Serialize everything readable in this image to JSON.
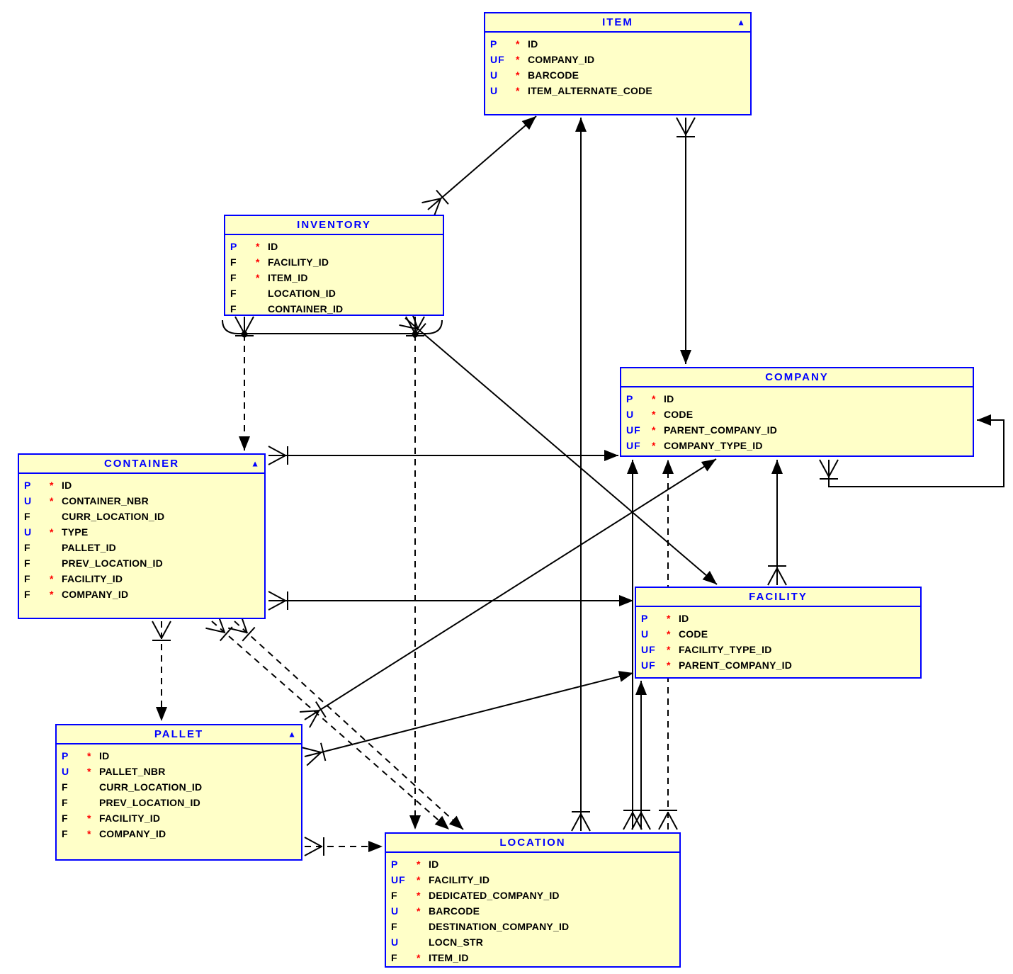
{
  "colors": {
    "background": "#FFFFFF",
    "entity_fill": "#FFFFC8",
    "entity_border": "#0000FF",
    "title_text": "#0000FF",
    "key_primary_unique": "#0000FF",
    "key_foreign": "#000000",
    "star": "#FF0000",
    "line": "#000000"
  },
  "icons": {
    "collapse_triangle": "▲"
  },
  "entities": [
    {
      "name": "ITEM",
      "title": "ITEM",
      "has_triangle": true,
      "attributes": [
        {
          "key": "P",
          "star": "*",
          "name": "ID"
        },
        {
          "key": "UF",
          "star": "*",
          "name": "COMPANY_ID"
        },
        {
          "key": "U",
          "star": "*",
          "name": "BARCODE"
        },
        {
          "key": "U",
          "star": "*",
          "name": "ITEM_ALTERNATE_CODE"
        }
      ]
    },
    {
      "name": "INVENTORY",
      "title": "INVENTORY",
      "has_triangle": false,
      "attributes": [
        {
          "key": "P",
          "star": "*",
          "name": "ID"
        },
        {
          "key": "F",
          "star": "*",
          "name": "FACILITY_ID"
        },
        {
          "key": "F",
          "star": "*",
          "name": "ITEM_ID"
        },
        {
          "key": "F",
          "star": "",
          "name": "LOCATION_ID"
        },
        {
          "key": "F",
          "star": "",
          "name": "CONTAINER_ID"
        }
      ]
    },
    {
      "name": "COMPANY",
      "title": "COMPANY",
      "has_triangle": false,
      "attributes": [
        {
          "key": "P",
          "star": "*",
          "name": "ID"
        },
        {
          "key": "U",
          "star": "*",
          "name": "CODE"
        },
        {
          "key": "UF",
          "star": "*",
          "name": "PARENT_COMPANY_ID"
        },
        {
          "key": "UF",
          "star": "*",
          "name": "COMPANY_TYPE_ID"
        }
      ]
    },
    {
      "name": "CONTAINER",
      "title": "CONTAINER",
      "has_triangle": true,
      "attributes": [
        {
          "key": "P",
          "star": "*",
          "name": "ID"
        },
        {
          "key": "U",
          "star": "*",
          "name": "CONTAINER_NBR"
        },
        {
          "key": "F",
          "star": "",
          "name": "CURR_LOCATION_ID"
        },
        {
          "key": "U",
          "star": "*",
          "name": "TYPE"
        },
        {
          "key": "F",
          "star": "",
          "name": "PALLET_ID"
        },
        {
          "key": "F",
          "star": "",
          "name": "PREV_LOCATION_ID"
        },
        {
          "key": "F",
          "star": "*",
          "name": "FACILITY_ID"
        },
        {
          "key": "F",
          "star": "*",
          "name": "COMPANY_ID"
        }
      ]
    },
    {
      "name": "FACILITY",
      "title": "FACILITY",
      "has_triangle": false,
      "attributes": [
        {
          "key": "P",
          "star": "*",
          "name": "ID"
        },
        {
          "key": "U",
          "star": "*",
          "name": "CODE"
        },
        {
          "key": "UF",
          "star": "*",
          "name": "FACILITY_TYPE_ID"
        },
        {
          "key": "UF",
          "star": "*",
          "name": "PARENT_COMPANY_ID"
        }
      ]
    },
    {
      "name": "PALLET",
      "title": "PALLET",
      "has_triangle": true,
      "attributes": [
        {
          "key": "P",
          "star": "*",
          "name": "ID"
        },
        {
          "key": "U",
          "star": "*",
          "name": "PALLET_NBR"
        },
        {
          "key": "F",
          "star": "",
          "name": "CURR_LOCATION_ID"
        },
        {
          "key": "F",
          "star": "",
          "name": "PREV_LOCATION_ID"
        },
        {
          "key": "F",
          "star": "*",
          "name": "FACILITY_ID"
        },
        {
          "key": "F",
          "star": "*",
          "name": "COMPANY_ID"
        }
      ]
    },
    {
      "name": "LOCATION",
      "title": "LOCATION",
      "has_triangle": false,
      "attributes": [
        {
          "key": "P",
          "star": "*",
          "name": "ID"
        },
        {
          "key": "UF",
          "star": "*",
          "name": "FACILITY_ID"
        },
        {
          "key": "F",
          "star": "*",
          "name": "DEDICATED_COMPANY_ID"
        },
        {
          "key": "U",
          "star": "*",
          "name": "BARCODE"
        },
        {
          "key": "F",
          "star": "",
          "name": "DESTINATION_COMPANY_ID"
        },
        {
          "key": "U",
          "star": "",
          "name": "LOCN_STR"
        },
        {
          "key": "F",
          "star": "*",
          "name": "ITEM_ID"
        }
      ]
    }
  ],
  "relationships": [
    {
      "name": "inventory-item",
      "from": "INVENTORY",
      "to": "ITEM",
      "line": "solid"
    },
    {
      "name": "location-item",
      "from": "LOCATION",
      "to": "ITEM",
      "line": "solid"
    },
    {
      "name": "item-company",
      "from": "ITEM",
      "to": "COMPANY",
      "line": "solid"
    },
    {
      "name": "company-self",
      "from": "COMPANY",
      "to": "COMPANY",
      "line": "solid"
    },
    {
      "name": "inventory-container",
      "from": "INVENTORY",
      "to": "CONTAINER",
      "line": "dashed",
      "note": "exclusive-arc"
    },
    {
      "name": "inventory-location",
      "from": "INVENTORY",
      "to": "LOCATION",
      "line": "dashed",
      "note": "exclusive-arc"
    },
    {
      "name": "inventory-facility",
      "from": "INVENTORY",
      "to": "FACILITY",
      "line": "solid"
    },
    {
      "name": "container-company",
      "from": "CONTAINER",
      "to": "COMPANY",
      "line": "solid"
    },
    {
      "name": "container-facility",
      "from": "CONTAINER",
      "to": "FACILITY",
      "line": "solid"
    },
    {
      "name": "container-pallet",
      "from": "CONTAINER",
      "to": "PALLET",
      "line": "dashed"
    },
    {
      "name": "container-location-curr",
      "from": "CONTAINER",
      "to": "LOCATION",
      "line": "dashed"
    },
    {
      "name": "container-location-prev",
      "from": "CONTAINER",
      "to": "LOCATION",
      "line": "dashed"
    },
    {
      "name": "pallet-company",
      "from": "PALLET",
      "to": "COMPANY",
      "line": "solid"
    },
    {
      "name": "pallet-facility",
      "from": "PALLET",
      "to": "FACILITY",
      "line": "solid"
    },
    {
      "name": "pallet-location",
      "from": "PALLET",
      "to": "LOCATION",
      "line": "dashed"
    },
    {
      "name": "location-company-solid",
      "from": "LOCATION",
      "to": "COMPANY",
      "line": "solid"
    },
    {
      "name": "location-facility",
      "from": "LOCATION",
      "to": "FACILITY",
      "line": "solid"
    },
    {
      "name": "location-company-dashed",
      "from": "LOCATION",
      "to": "COMPANY",
      "line": "dashed"
    },
    {
      "name": "facility-company",
      "from": "FACILITY",
      "to": "COMPANY",
      "line": "solid"
    }
  ]
}
